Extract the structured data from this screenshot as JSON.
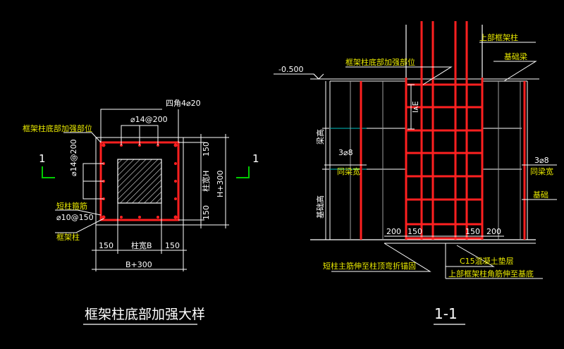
{
  "colors": {
    "background": "#000000",
    "rebar": "#ff2020",
    "outline": "#ffffff",
    "text_yellow": "#e8e800",
    "section_mark": "#00cc00",
    "gray_line": "#a0a0a0",
    "cyan_line": "#00c0c0"
  },
  "detail": {
    "title": "框架柱底部加强大样",
    "corner_bars": "四角4⌀20",
    "side_bars": "⌀14@200",
    "zone_label": "框架柱底部加强部位",
    "side_bars_vertical": "⌀14@200",
    "stirrup_label": "短柱箍筋",
    "stirrup_spec": "⌀10@150",
    "column_label": "框架柱",
    "dim_150_left": "150",
    "dim_colB": "柱宽B",
    "dim_150_right": "150",
    "dim_total_w": "B+300",
    "dim_150_top": "150",
    "dim_colH": "柱宽H",
    "dim_150_bottom": "150",
    "dim_total_h": "H+300",
    "section_mark_left": "1",
    "section_mark_right": "1"
  },
  "section": {
    "title": "1-1",
    "elevation": "-0.500",
    "upper_column": "上部框架柱",
    "zone_label": "框架柱底部加强部位",
    "foundation_beam": "基础梁",
    "anchor_label": "lᴀE",
    "beam_height_label": "梁高",
    "short_column_label": "基础高",
    "stirrup_left_spec": "3⌀8",
    "stirrup_left_note": "同梁宽",
    "stirrup_right_spec": "3⌀8",
    "stirrup_right_note": "同梁宽",
    "foundation": "基础",
    "dim_200_left": "200",
    "dim_150_left": "150",
    "dim_150_right": "150",
    "dim_200_right": "200",
    "note_short_column_bars": "短柱主筋伸至柱顶弯折锚固",
    "note_cushion": "C15混凝土垫层",
    "note_corner_bars": "上部框架柱角筋伸至基底"
  }
}
